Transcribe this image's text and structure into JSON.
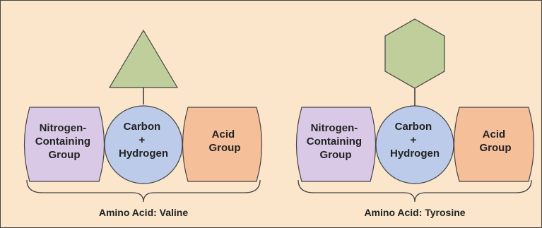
{
  "colors": {
    "background": "#fbe6cc",
    "border": "#444444",
    "nitrogen_group": "#d9c9e6",
    "carbon_hydrogen": "#bccbe9",
    "acid_group": "#f5bf9a",
    "side_chain": "#bfce9a",
    "line": "#333333"
  },
  "diagrams": [
    {
      "side_chain_shape": "triangle",
      "nitrogen_group": {
        "lines": [
          "Nitrogen-",
          "Containing",
          "Group"
        ]
      },
      "carbon_hydrogen": {
        "lines": [
          "Carbon",
          "+",
          "Hydrogen"
        ]
      },
      "acid_group": {
        "lines": [
          "Acid",
          "Group"
        ]
      },
      "caption": "Amino Acid: Valine"
    },
    {
      "side_chain_shape": "hexagon",
      "nitrogen_group": {
        "lines": [
          "Nitrogen-",
          "Containing",
          "Group"
        ]
      },
      "carbon_hydrogen": {
        "lines": [
          "Carbon",
          "+",
          "Hydrogen"
        ]
      },
      "acid_group": {
        "lines": [
          "Acid",
          "Group"
        ]
      },
      "caption": "Amino Acid: Tyrosine"
    }
  ]
}
